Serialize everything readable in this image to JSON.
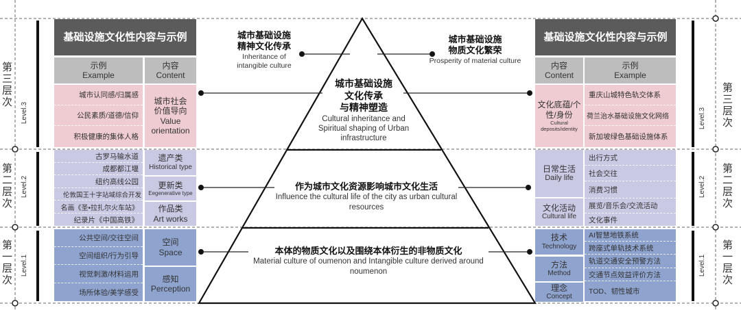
{
  "levels": [
    {
      "cn": "第三层次",
      "en": "Level.3"
    },
    {
      "cn": "第二层次",
      "en": "Level.2"
    },
    {
      "cn": "第一层次",
      "en": "Level.1"
    }
  ],
  "left_table": {
    "title": "基础设施文化性内容与示例",
    "col_example": {
      "cn": "示例",
      "en": "Example"
    },
    "col_content": {
      "cn": "内容",
      "en": "Content"
    },
    "level3": {
      "examples": [
        "城市认同感/归属感",
        "公民素质/道德/信仰",
        "积极健康的集体人格"
      ],
      "content_cn": "城市社会价值导向",
      "content_en": "Value orientation"
    },
    "level2": {
      "examples": [
        "古罗马输水道",
        "成都都江堰",
        "纽约高线公园",
        "伦敦国王十字站域综合开发",
        "名画《圣•拉扎尔火车站》",
        "纪录片《中国高铁》"
      ],
      "contents": [
        {
          "cn": "遗产类",
          "en": "Historical type"
        },
        {
          "cn": "更新类",
          "en": "Eegenerative type"
        },
        {
          "cn": "作品类",
          "en": "Art works"
        }
      ]
    },
    "level1": {
      "examples": [
        "公共空间/交往空间",
        "空间组织/行为引导",
        "视觉刺激/材料运用",
        "场所体验/美学感受"
      ],
      "contents": [
        {
          "cn": "空间",
          "en": "Space"
        },
        {
          "cn": "感知",
          "en": "Perception"
        }
      ]
    }
  },
  "right_table": {
    "title": "基础设施文化性内容与示例",
    "col_content": {
      "cn": "内容",
      "en": "Content"
    },
    "col_example": {
      "cn": "示例",
      "en": "Example"
    },
    "level3": {
      "content_cn": "文化底蕴/个性/身份",
      "content_en": "Cultural deposits/identity",
      "examples": [
        "重庆山城特色轨交体系",
        "荷兰治水基础设施文化网络",
        "新加坡绿色基础设施体系"
      ]
    },
    "level2": {
      "contents": [
        {
          "cn": "日常生活",
          "en": "Daily life"
        },
        {
          "cn": "文化活动",
          "en": "Cultural life"
        }
      ],
      "examples": [
        "出行方式",
        "社会交往",
        "消费习惯",
        "展览/音乐会/交流活动",
        "文化事件"
      ]
    },
    "level1": {
      "contents": [
        {
          "cn": "技术",
          "en": "Technology"
        },
        {
          "cn": "方法",
          "en": "Method"
        },
        {
          "cn": "理念",
          "en": "Concept"
        }
      ],
      "examples": [
        "AI智慧地铁系统",
        "跨座式单轨技术系统",
        "轨道交通安全预警方法",
        "交通节点效益评价方法",
        "TOD、韧性城市"
      ]
    }
  },
  "pyramid": {
    "left_note": {
      "cn1": "城市基础设施",
      "cn2": "精神文化传承",
      "en": "Inheritance of intangible culture"
    },
    "right_note": {
      "cn1": "城市基础设施",
      "cn2": "物质文化繁荣",
      "en": "Prosperity of material culture"
    },
    "top": {
      "cn1": "城市基础设施",
      "cn2": "文化传承",
      "cn3": "与精神塑造",
      "en": "Cultural inheritance and Spiritual shaping of Urban infrastructure"
    },
    "middle": {
      "cn": "作为城市文化资源影响城市文化生活",
      "en": "Influence the cultural life of the city as urban cultural resources"
    },
    "bottom": {
      "cn": "本体的物质文化以及围绕本体衍生的非物质文化",
      "en": "Material culture of oumenon and Intangible culture derived around noumenon"
    }
  }
}
